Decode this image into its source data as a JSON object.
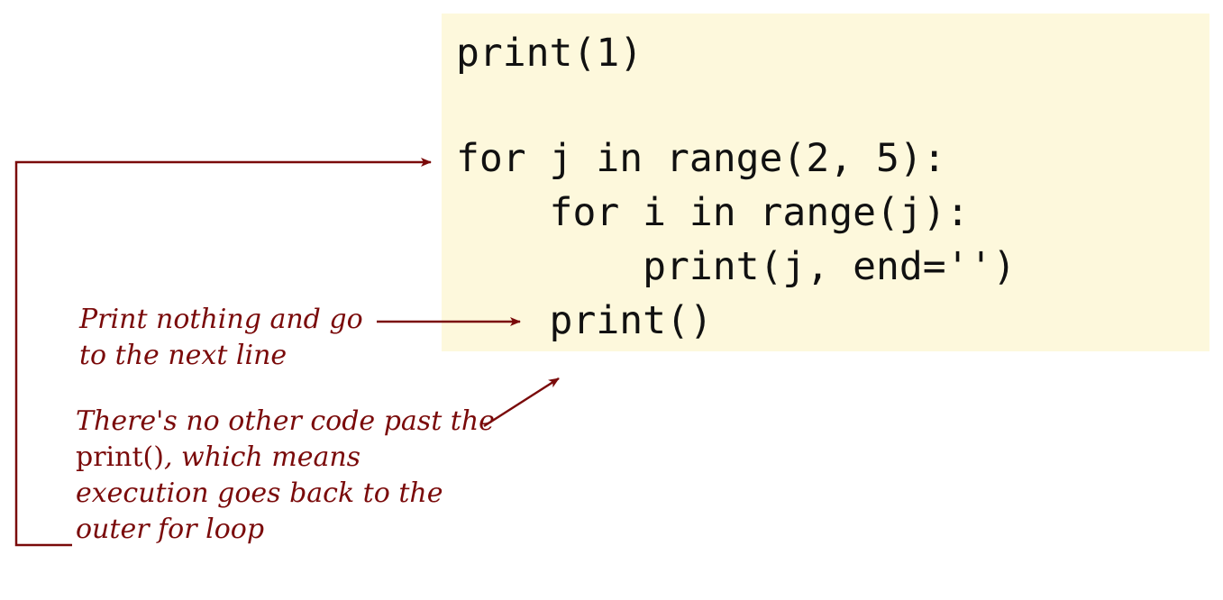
{
  "code": {
    "lines": [
      "print(1)",
      "for j in range(2, 5):",
      "    for i in range(j):",
      "        print(j, end='')",
      "    print()"
    ]
  },
  "annotations": {
    "print_nothing": {
      "line1": "Print nothing and go",
      "line2": "to the next line"
    },
    "no_other_code": {
      "line1": "There's no other code past the",
      "line2_code": "print()",
      "line2_rest": ", which means",
      "line3": "execution goes back to the",
      "line4": "outer for loop"
    }
  },
  "colors": {
    "code_background": "#fdf8dc",
    "annotation": "#7a0a0a",
    "code_text": "#111111"
  }
}
